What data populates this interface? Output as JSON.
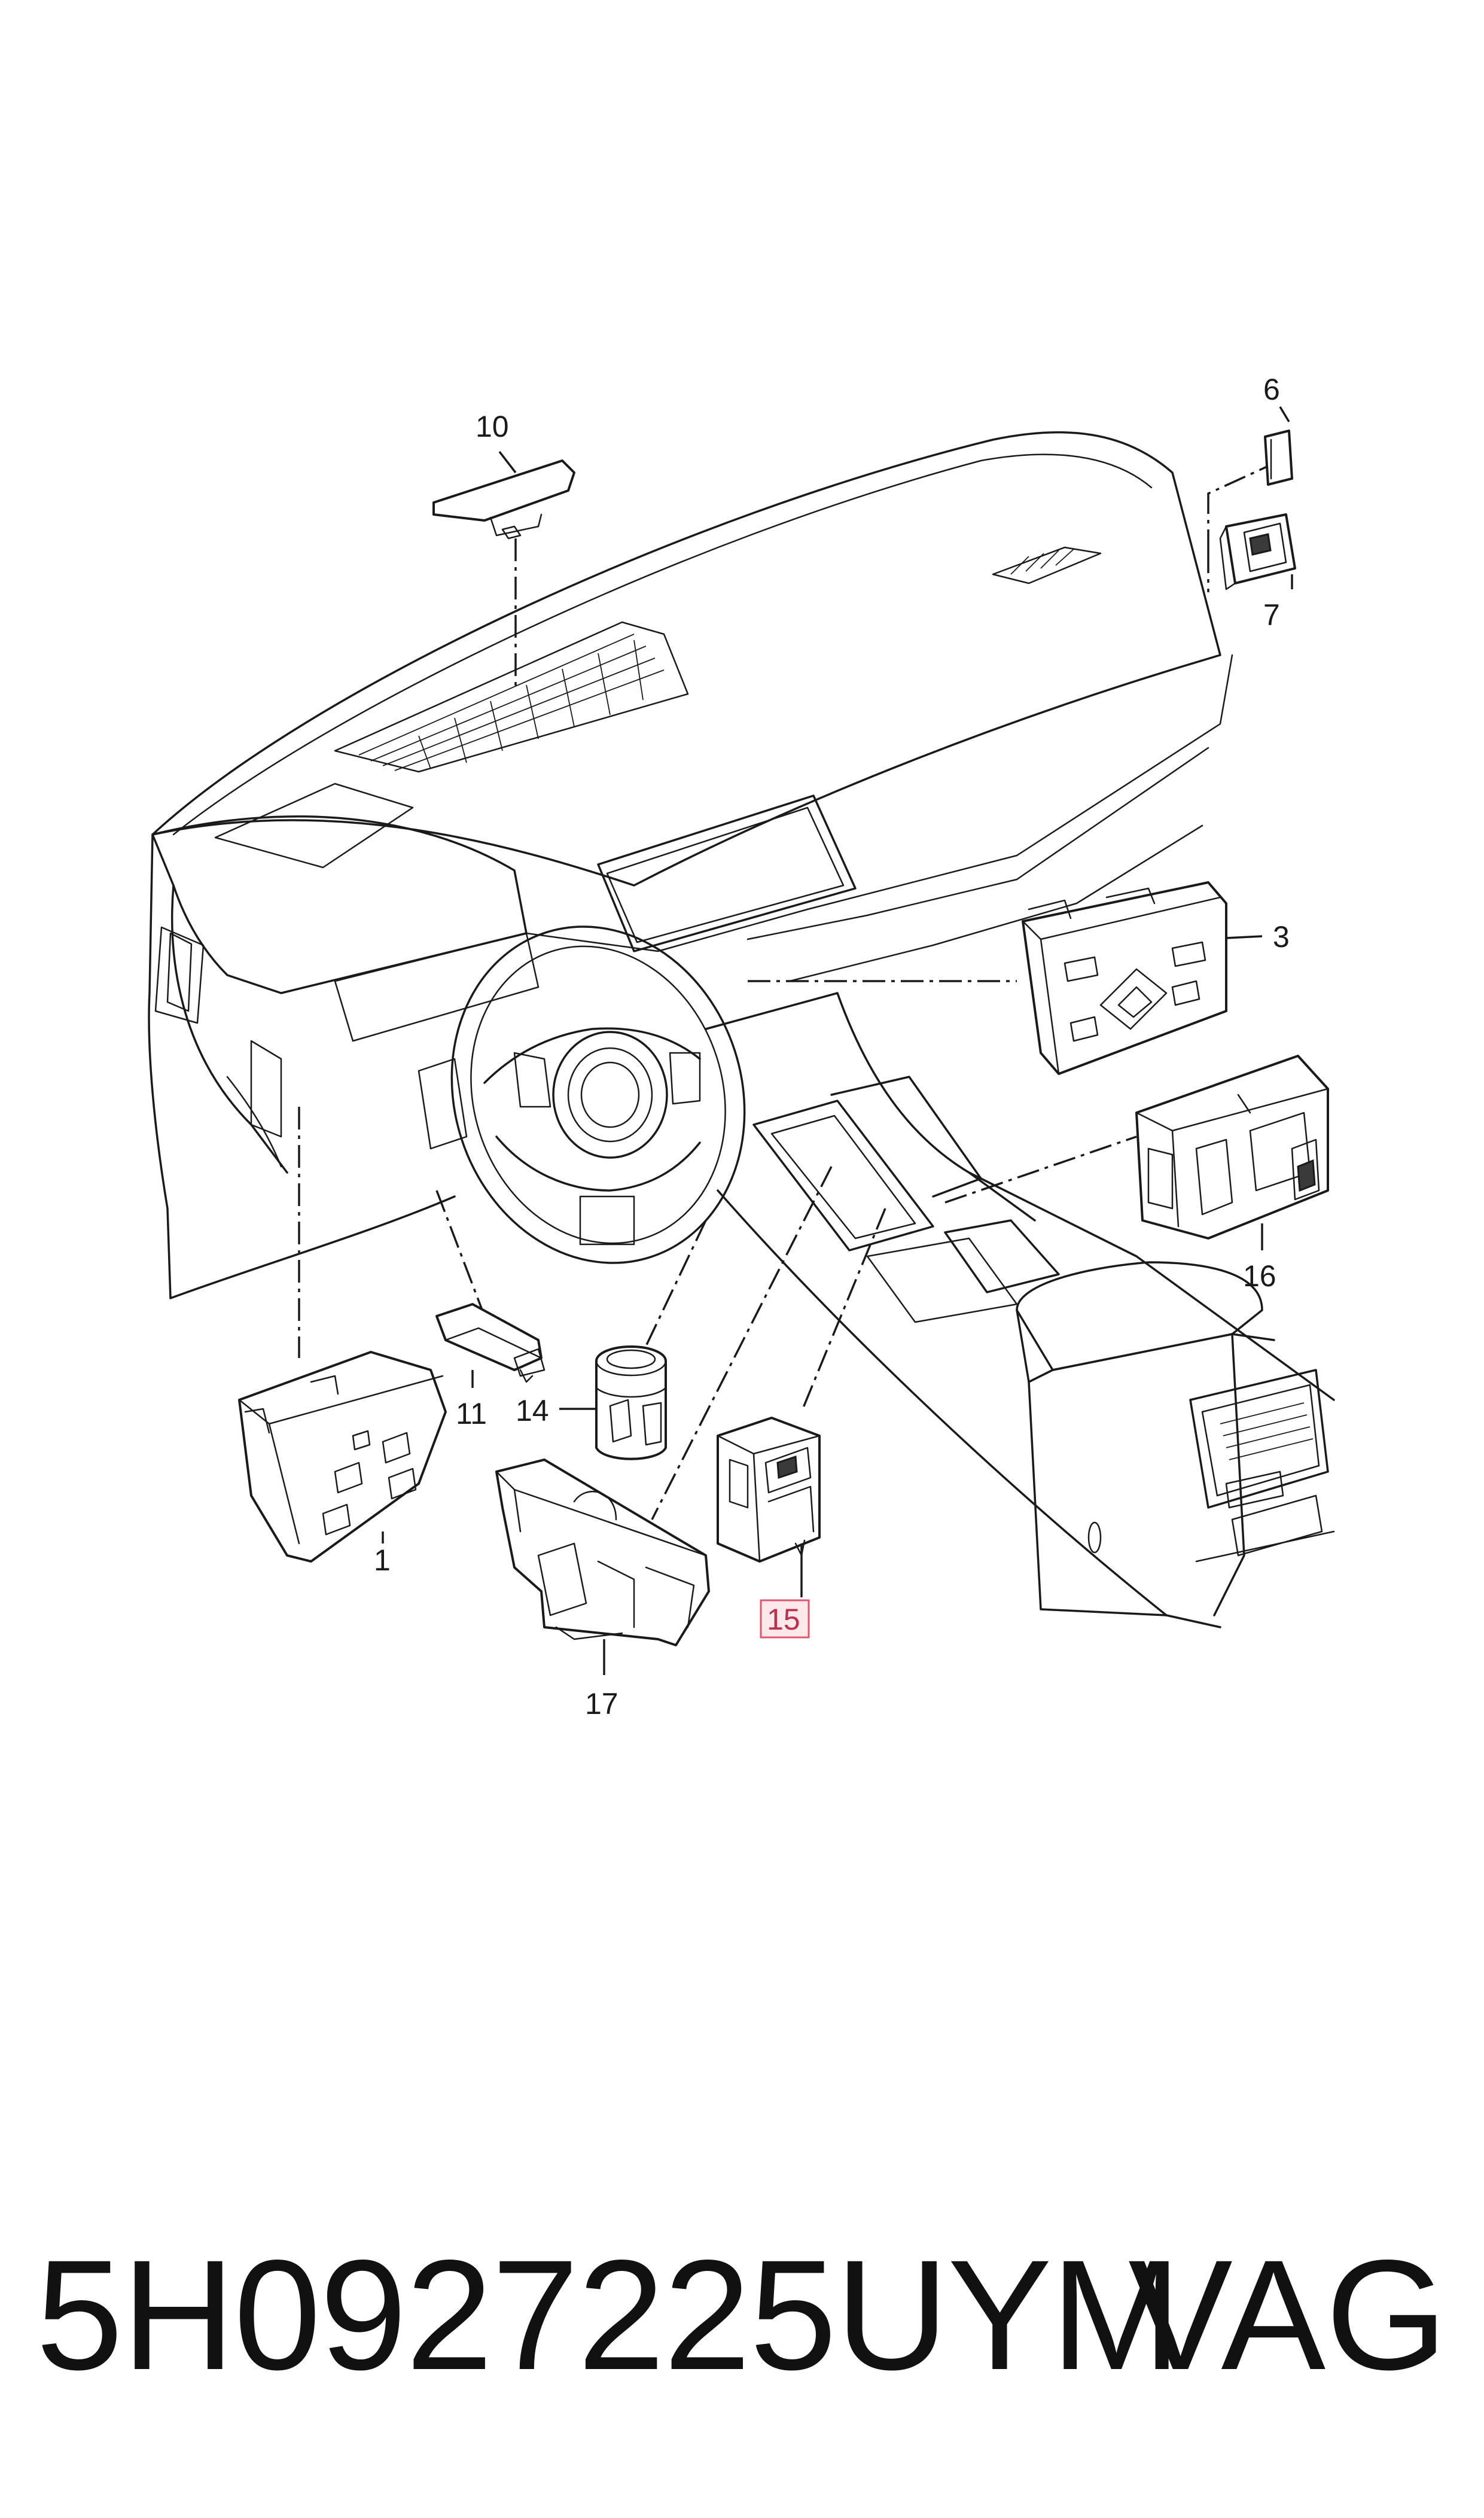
{
  "callouts": {
    "c1": "1",
    "c3": "3",
    "c6": "6",
    "c7": "7",
    "c10": "10",
    "c11": "11",
    "c14": "14",
    "c15": "15",
    "c16": "16",
    "c17": "17"
  },
  "highlighted_callout": "15",
  "part_number": "5H0927225UYM",
  "brand": "VAG",
  "colors": {
    "line": "#1a1a1a",
    "highlight_stroke": "#e0576c",
    "highlight_fill": "#fde9ec",
    "highlight_text": "#c0304a"
  }
}
